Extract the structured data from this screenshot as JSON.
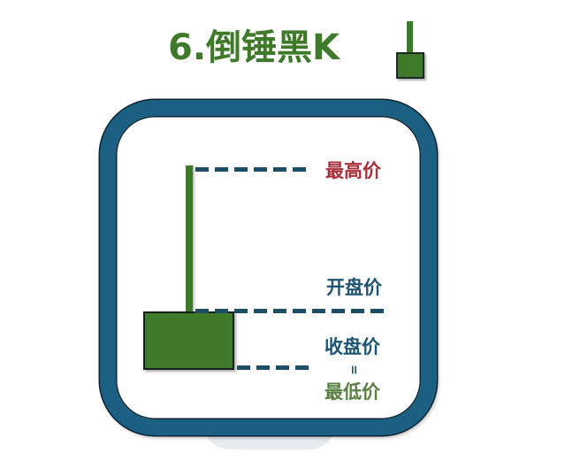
{
  "title": "6.倒锤黑K",
  "colors": {
    "title_green": "#3f7a2a",
    "candle_green": "#3f7a2a",
    "frame_blue": "#1b5f82",
    "dash_blue": "#1d4e66",
    "high_label_red": "#a8303a",
    "open_close_label_blue": "#1d5473",
    "low_label_green": "#5a7f43"
  },
  "icons": {
    "mini_candle": "inverted-hammer-candle-icon"
  },
  "labels": {
    "high": "最高价",
    "open": "开盘价",
    "close": "收盘价",
    "equals": "=",
    "low": "最低价"
  }
}
